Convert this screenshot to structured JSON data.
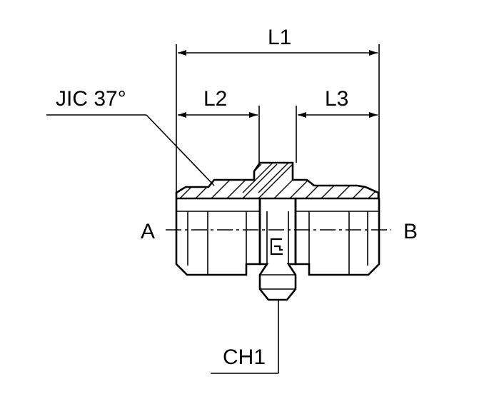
{
  "drawing": {
    "dimensions": {
      "l1": "L1",
      "l2": "L2",
      "l3": "L3",
      "ch1": "CH1"
    },
    "callouts": {
      "thread": "JIC 37°"
    },
    "ports": {
      "a": "A",
      "b": "B"
    }
  }
}
